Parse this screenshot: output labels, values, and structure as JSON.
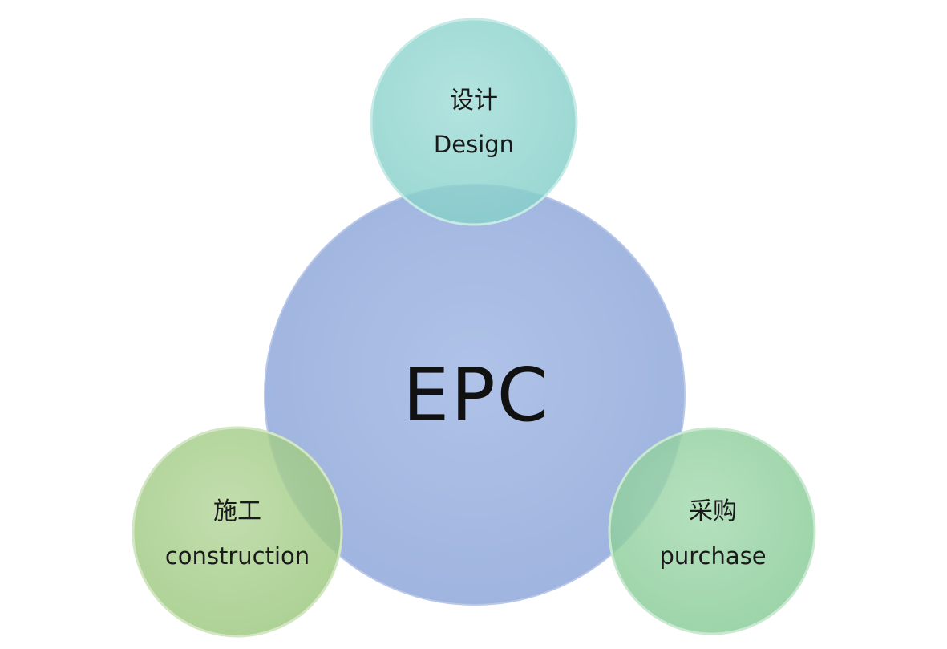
{
  "diagram": {
    "center": {
      "label": "EPC",
      "color": "#9fb4e0"
    },
    "nodes": [
      {
        "id": "design",
        "label_zh": "设计",
        "label_en": "Design",
        "color": "#93d6d1"
      },
      {
        "id": "construction",
        "label_zh": "施工",
        "label_en": "construction",
        "color": "#a9cf8e"
      },
      {
        "id": "purchase",
        "label_zh": "采购",
        "label_en": "purchase",
        "color": "#97d3a4"
      }
    ]
  }
}
